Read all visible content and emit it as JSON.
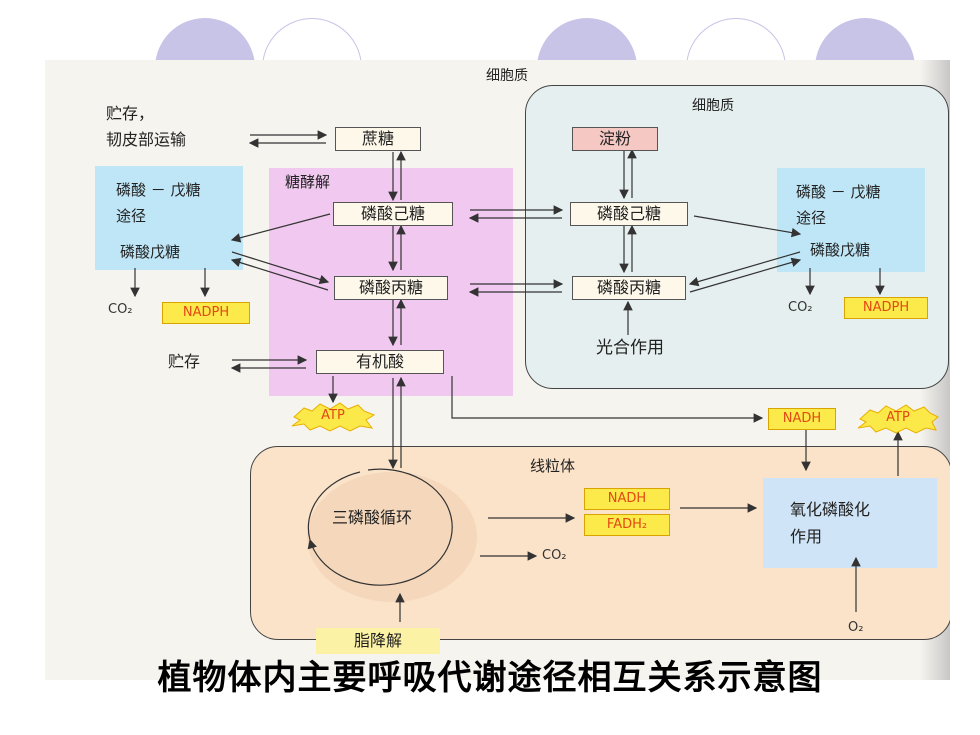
{
  "title": "植物体内主要呼吸代谢途径相互关系示意图",
  "colors": {
    "circle": "#c8c4e8",
    "paper": "#f6f4ef",
    "glycolysis_bg": "#f1c8f0",
    "ppp_bg": "#bfe6f6",
    "chloroplast_bg": "#e6efef",
    "mito_bg": "#fbe3c9",
    "atp_star": "#fbe94a",
    "label_orange": "#e24a14"
  },
  "labels": {
    "cytoplasm_top": "细胞质",
    "cytoplasm_right": "细胞质",
    "storage_comma": "贮存，",
    "phloem_transport": "韧皮部运输",
    "glycolysis": "糖酵解",
    "ppp_left_1": "磷酸 － 戊糖",
    "ppp_left_2": "途径",
    "pentose_left": "磷酸戊糖",
    "ppp_right_1": "磷酸 － 戊糖",
    "ppp_right_2": "途径",
    "pentose_right": "磷酸戊糖",
    "storage": "贮存",
    "photosynthesis": "光合作用",
    "mitochondria": "线粒体",
    "tca_cycle": "三磷酸循环",
    "oxphos_1": "氧化磷酸化",
    "oxphos_2": "作用",
    "o2": "O₂",
    "co2_left": "CO₂",
    "co2_right": "CO₂",
    "co2_mito": "CO₂"
  },
  "boxes": {
    "sucrose": "蔗糖",
    "hexose_p_left": "磷酸己糖",
    "triose_p_left": "磷酸丙糖",
    "organic_acid": "有机酸",
    "starch": "淀粉",
    "hexose_p_right": "磷酸己糖",
    "triose_p_right": "磷酸丙糖",
    "lipid_degradation": "脂降解"
  },
  "badges": {
    "nadph_left": "NADPH",
    "nadph_right": "NADPH",
    "atp_left": "ATP",
    "nadh_top": "NADH",
    "atp_right": "ATP",
    "nadh_mito": "NADH",
    "fadh2_mito": "FADH₂"
  }
}
